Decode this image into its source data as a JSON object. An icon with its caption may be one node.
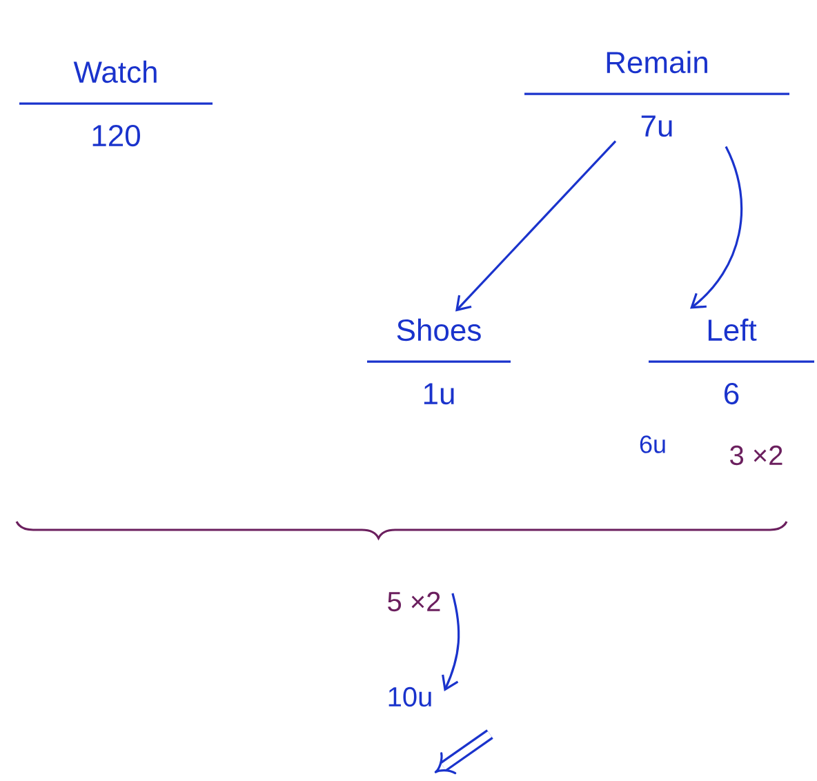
{
  "diagram": {
    "nodes": [
      {
        "text": [
          "Watch",
          "120"
        ]
      },
      {
        "text": [
          "Remain",
          "7u"
        ]
      },
      {
        "text": [
          "Shoes",
          "1u"
        ]
      },
      {
        "text": [
          "Left",
          "6"
        ],
        "beside": [
          "6u"
        ]
      },
      {
        "text": [
          "5 ×2"
        ]
      },
      {
        "text": [
          "10u"
        ]
      }
    ],
    "edges": [
      {
        "from": 1,
        "to": 2,
        "arrow": "to"
      },
      {
        "from": 1,
        "to": 3,
        "arrow": "to"
      },
      {
        "from": 4,
        "to": 5,
        "arrow": "to"
      }
    ],
    "labels": [
      "3 ×2"
    ]
  }
}
